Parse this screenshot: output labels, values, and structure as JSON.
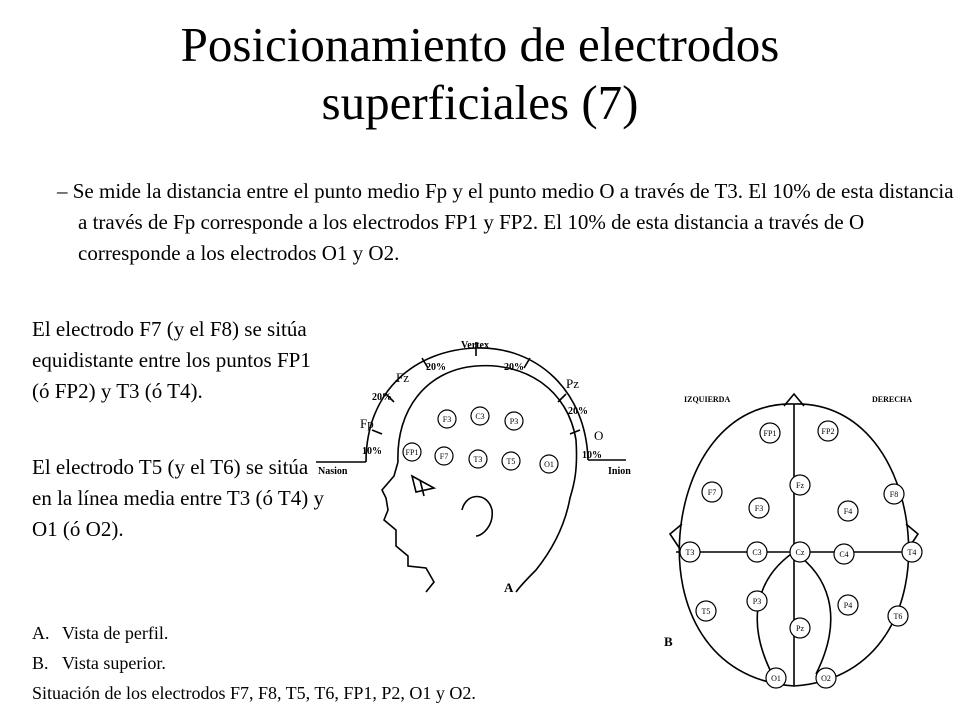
{
  "slide": {
    "title_line1": "Posicionamiento de electrodos",
    "title_line2": "superficiales (7)",
    "bullet_marker": "–",
    "bullet_text": "Se mide la distancia entre el punto medio Fp y el punto medio O a través de T3. El 10% de esta distancia a través de Fp corresponde a los electrodos FP1 y FP2. El 10% de esta distancia a través de O corresponde a los electrodos O1 y O2.",
    "paragraph1": "El electrodo F7 (y el F8) se sitúa equidistante entre los puntos FP1 (ó FP2) y T3 (ó T4).",
    "paragraph2": "El electrodo T5 (y el T6) se sitúa en la línea media entre T3 (ó T4) y O1 (ó O2).",
    "captions": [
      {
        "marker": "A.",
        "text": "Vista de perfil."
      },
      {
        "marker": "B.",
        "text": "Vista superior."
      }
    ],
    "caption_summary": "Situación de los electrodos F7, F8, T5, T6, FP1, P2, O1 y O2."
  },
  "profile": {
    "label_vertex": "Vertex",
    "label_fz": "Fz",
    "label_pz": "Pz",
    "label_fp": "Fp",
    "label_o": "O",
    "label_nasion": "Nasion",
    "label_inion": "Inion",
    "pct_top_left": "20%",
    "pct_top_right": "20%",
    "pct_left": "20%",
    "pct_right": "20%",
    "pct_front": "10%",
    "pct_back": "10%",
    "panel_letter": "A",
    "electrodes": [
      "F3",
      "C3",
      "P3",
      "FP1",
      "F7",
      "T3",
      "T5",
      "O1"
    ]
  },
  "top": {
    "label_left": "IZQUIERDA",
    "label_right": "DERECHA",
    "panel_letter": "B",
    "electrodes": [
      "FP1",
      "FP2",
      "Fz",
      "F7",
      "F8",
      "F3",
      "F4",
      "T3",
      "C3",
      "Cz",
      "C4",
      "T4",
      "P3",
      "P4",
      "T5",
      "T6",
      "Pz",
      "O1",
      "O2"
    ]
  }
}
